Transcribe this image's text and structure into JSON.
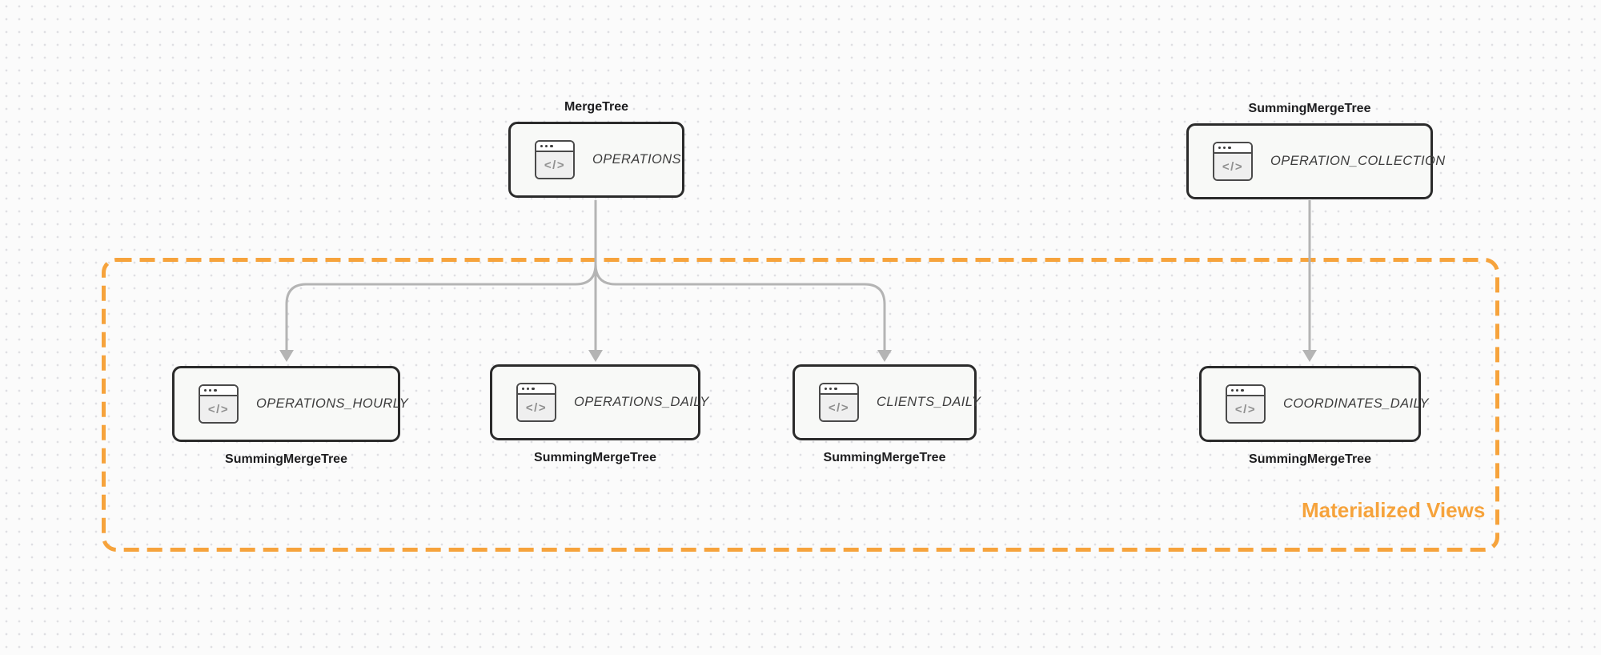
{
  "diagram": {
    "group": {
      "label": "Materialized Views",
      "border_color": "#F6A33C",
      "label_color": "#F6A33C",
      "border_style": "dashed"
    },
    "icon": {
      "name": "code-window-icon",
      "glyph": "</>"
    },
    "nodes": {
      "operations": {
        "label": "OPERATIONS",
        "engine": "MergeTree",
        "engine_position": "above"
      },
      "operation_collection": {
        "label": "OPERATION_COLLECTION",
        "engine": "SummingMergeTree",
        "engine_position": "above"
      },
      "operations_hourly": {
        "label": "OPERATIONS_HOURLY",
        "engine": "SummingMergeTree",
        "engine_position": "below"
      },
      "operations_daily": {
        "label": "OPERATIONS_DAILY",
        "engine": "SummingMergeTree",
        "engine_position": "below"
      },
      "clients_daily": {
        "label": "CLIENTS_DAILY",
        "engine": "SummingMergeTree",
        "engine_position": "below"
      },
      "coordinates_daily": {
        "label": "COORDINATES_DAILY",
        "engine": "SummingMergeTree",
        "engine_position": "below"
      }
    },
    "edges": [
      {
        "from": "operations",
        "to": "operations_hourly"
      },
      {
        "from": "operations",
        "to": "operations_daily"
      },
      {
        "from": "operations",
        "to": "clients_daily"
      },
      {
        "from": "operation_collection",
        "to": "coordinates_daily"
      }
    ],
    "colors": {
      "background": "#fbfbfb",
      "dot_grid": "#dfdfe3",
      "node_border": "#2b2b2b",
      "node_fill": "#f8f9f7",
      "node_text": "#3d3d3d",
      "engine_text": "#1d1d1f",
      "arrow": "#b4b4b4",
      "group_orange": "#F6A33C"
    }
  }
}
